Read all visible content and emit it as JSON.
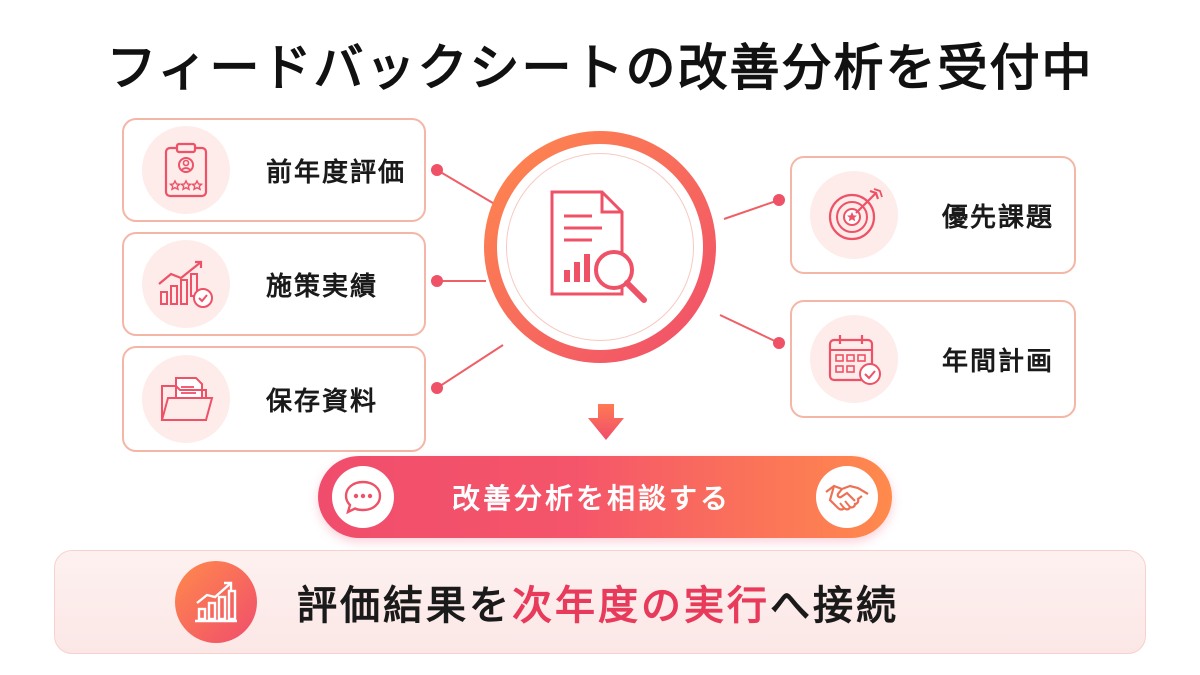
{
  "title": "フィードバックシートの改善分析を受付中",
  "colors": {
    "accent_red": "#f04d6c",
    "accent_orange": "#ff8a4c",
    "card_border": "#f4b6a6",
    "highlight_text": "#e83a5a"
  },
  "hub": {
    "icon": "document-magnifier-chart-icon"
  },
  "left_items": [
    {
      "label": "前年度評価",
      "icon": "clipboard-rating-icon"
    },
    {
      "label": "施策実績",
      "icon": "growth-chart-check-icon"
    },
    {
      "label": "保存資料",
      "icon": "folder-document-icon"
    }
  ],
  "right_items": [
    {
      "label": "優先課題",
      "icon": "target-arrow-icon"
    },
    {
      "label": "年間計画",
      "icon": "calendar-check-icon"
    }
  ],
  "cta": {
    "label": "改善分析を相談する",
    "left_icon": "chat-bubble-icon",
    "right_icon": "handshake-icon"
  },
  "banner": {
    "icon": "growth-chart-icon",
    "text_part1": "評価結果を",
    "text_part2": "次年度の実行",
    "text_part3": "へ接続"
  }
}
